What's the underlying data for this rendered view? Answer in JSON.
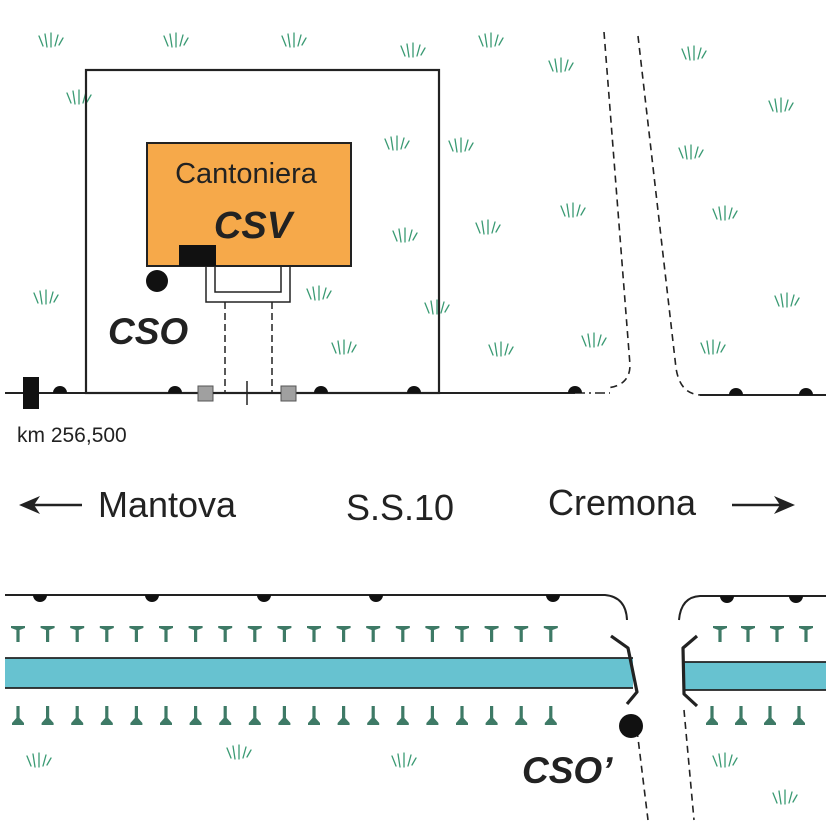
{
  "labels": {
    "building_name": "Cantoniera",
    "building_code": "CSV",
    "cso": "CSO",
    "cso_prime": "CSO’",
    "km_marker": "km 256,500",
    "road": "S.S.10",
    "dir_left": "Mantova",
    "dir_right": "Cremona",
    "arrow_left": "←",
    "arrow_right": "→"
  },
  "colors": {
    "building": "#f6a94a",
    "canal": "#67c2d0",
    "grass": "#3a9a73",
    "tree": "#3e7a66",
    "line": "#222222",
    "gate_post": "#a0a0a0"
  },
  "icons": {
    "grass": "grass-tuft-icon",
    "tree": "tree-icon",
    "post": "fence-post-icon"
  }
}
